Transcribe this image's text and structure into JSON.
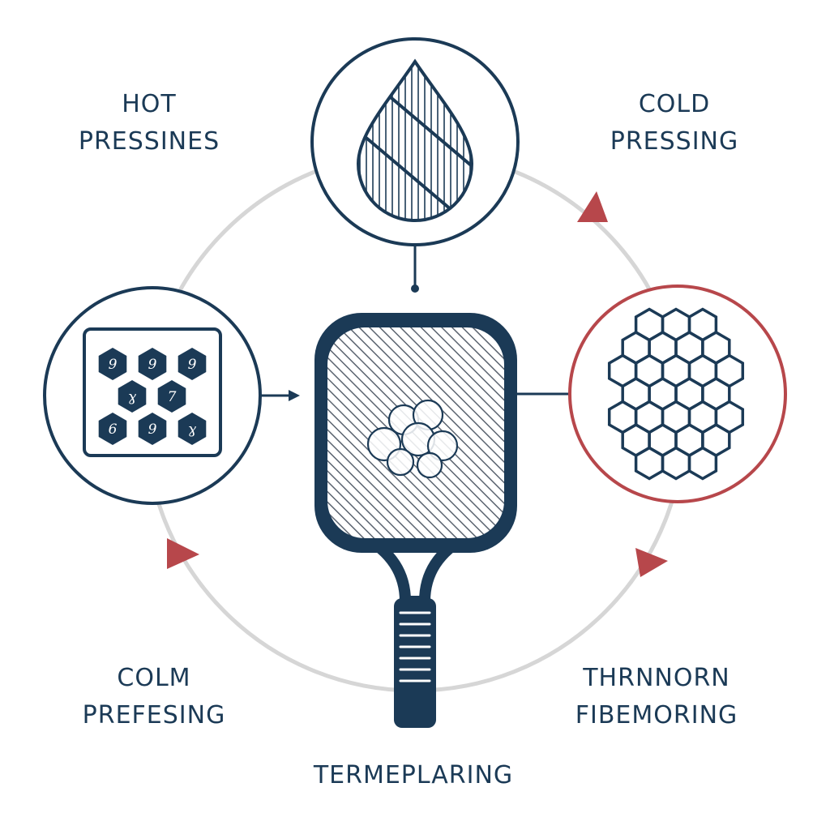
{
  "colors": {
    "navy": "#1b3a56",
    "red": "#b7474b",
    "ring": "#d6d6d6",
    "paddle_face": "#5b6470"
  },
  "labels": {
    "hot_pressing": {
      "line1": "HOT",
      "line2": "PRESSINES"
    },
    "cold_pressing": {
      "line1": "COLD",
      "line2": "PRESSING"
    },
    "colm_prefesing": {
      "line1": "COLM",
      "line2": "PREFESING"
    },
    "thrnorn_fibemoring": {
      "line1": "THRNNORN",
      "line2": "FIBEMORING"
    },
    "bottom": "TERMEPLARING"
  },
  "icons": {
    "top": "hatched-droplet-icon",
    "left": "hexagon-grid-panel-icon",
    "right": "honeycomb-icon",
    "center": "pickleball-paddle-icon"
  },
  "panel_glyphs": [
    "9",
    "9",
    "9",
    "ɣ",
    "7",
    "6",
    "9",
    "ɣ"
  ]
}
